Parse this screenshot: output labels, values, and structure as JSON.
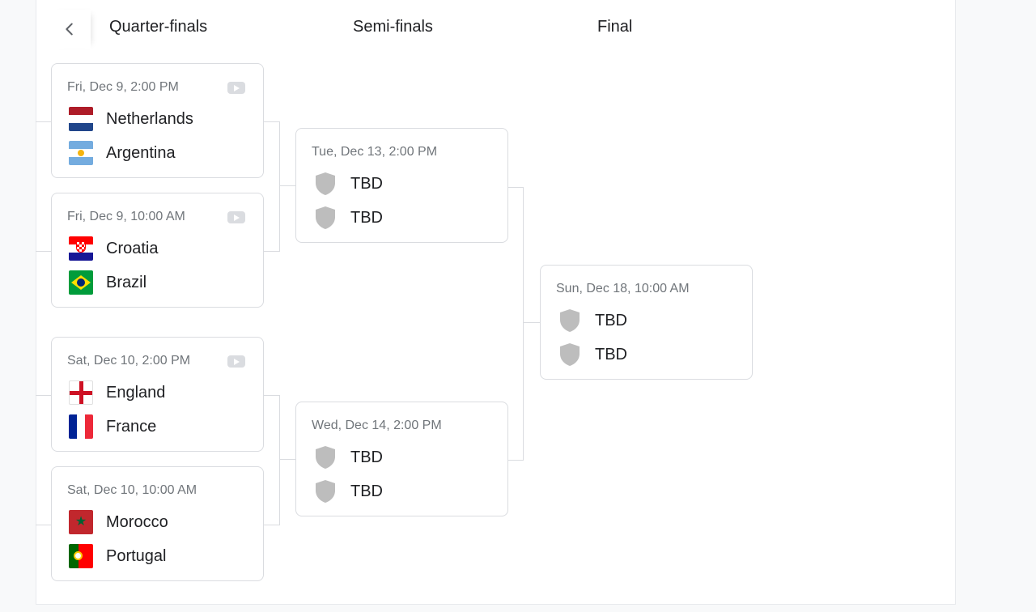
{
  "rounds": {
    "quarter": "Quarter-finals",
    "semi": "Semi-finals",
    "final": "Final"
  },
  "matches": {
    "qf1": {
      "date": "Fri, Dec 9, 2:00 PM",
      "team1": "Netherlands",
      "team2": "Argentina"
    },
    "qf2": {
      "date": "Fri, Dec 9, 10:00 AM",
      "team1": "Croatia",
      "team2": "Brazil"
    },
    "qf3": {
      "date": "Sat, Dec 10, 2:00 PM",
      "team1": "England",
      "team2": "France"
    },
    "qf4": {
      "date": "Sat, Dec 10, 10:00 AM",
      "team1": "Morocco",
      "team2": "Portugal"
    },
    "sf1": {
      "date": "Tue, Dec 13, 2:00 PM",
      "team1": "TBD",
      "team2": "TBD"
    },
    "sf2": {
      "date": "Wed, Dec 14, 2:00 PM",
      "team1": "TBD",
      "team2": "TBD"
    },
    "final": {
      "date": "Sun, Dec 18, 10:00 AM",
      "team1": "TBD",
      "team2": "TBD"
    }
  },
  "colors": {
    "border": "#dadce0",
    "muted_text": "#70757a",
    "shield": "#bdbdbd"
  },
  "icons": {
    "back": "chevron-left-icon",
    "video": "video-icon",
    "placeholder_team": "shield-icon",
    "star": "★"
  }
}
